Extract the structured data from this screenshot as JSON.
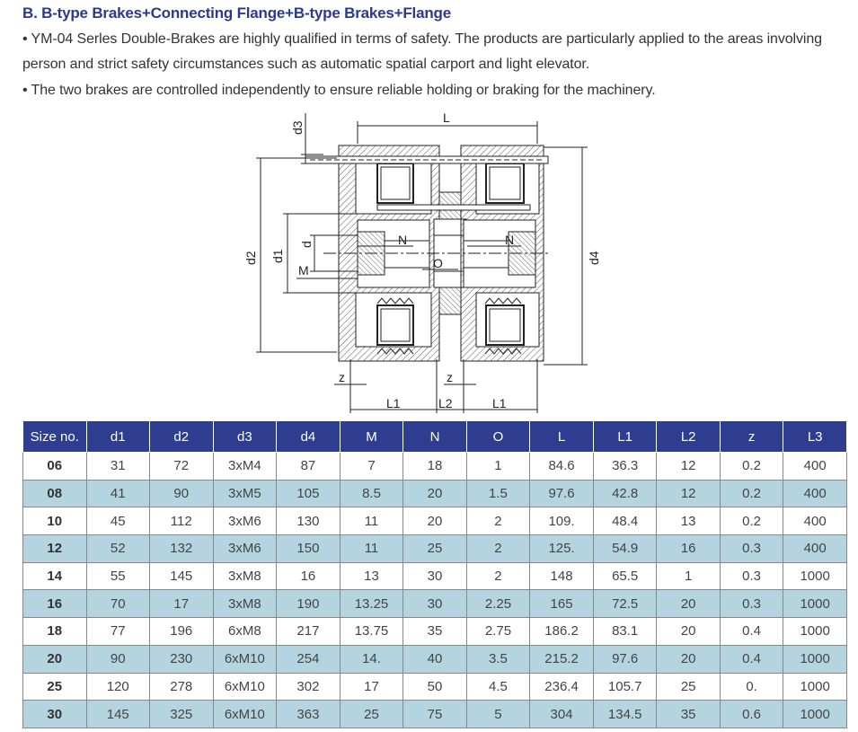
{
  "heading": "B. B-type Brakes+Connecting Flange+B-type Brakes+Flange",
  "paragraphs": [
    "• YM-04 Serles Double-Brakes are highly qualified in terms of safety. The products are particularly applied to the areas involving person and strict safety circumstances such as automatic spatial carport and light elevator.",
    "• The two brakes are controlled independently to ensure reliable holding or braking for the machinery."
  ],
  "drawing": {
    "labels": {
      "L": "L",
      "d3": "d3",
      "d2": "d2",
      "d1": "d1",
      "d": "d",
      "M": "M",
      "N_left": "N",
      "N_right": "N",
      "O": "O",
      "d4": "d4",
      "z_left": "z",
      "z_right": "z",
      "L1_left": "L1",
      "L2": "L2",
      "L1_right": "L1"
    }
  },
  "table": {
    "headers": [
      "Size no.",
      "d1",
      "d2",
      "d3",
      "d4",
      "M",
      "N",
      "O",
      "L",
      "L1",
      "L2",
      "z",
      "L3"
    ],
    "rows": [
      [
        "06",
        "31",
        "72",
        "3xM4",
        "87",
        "7",
        "18",
        "1",
        "84.6",
        "36.3",
        "12",
        "0.2",
        "400"
      ],
      [
        "08",
        "41",
        "90",
        "3xM5",
        "105",
        "8.5",
        "20",
        "1.5",
        "97.6",
        "42.8",
        "12",
        "0.2",
        "400"
      ],
      [
        "10",
        "45",
        "112",
        "3xM6",
        "130",
        "11",
        "20",
        "2",
        "109.",
        "48.4",
        "13",
        "0.2",
        "400"
      ],
      [
        "12",
        "52",
        "132",
        "3xM6",
        "150",
        "11",
        "25",
        "2",
        "125.",
        "54.9",
        "16",
        "0.3",
        "400"
      ],
      [
        "14",
        "55",
        "145",
        "3xM8",
        "16",
        "13",
        "30",
        "2",
        "148",
        "65.5",
        "1",
        "0.3",
        "1000"
      ],
      [
        "16",
        "70",
        "17",
        "3xM8",
        "190",
        "13.25",
        "30",
        "2.25",
        "165",
        "72.5",
        "20",
        "0.3",
        "1000"
      ],
      [
        "18",
        "77",
        "196",
        "6xM8",
        "217",
        "13.75",
        "35",
        "2.75",
        "186.2",
        "83.1",
        "20",
        "0.4",
        "1000"
      ],
      [
        "20",
        "90",
        "230",
        "6xM10",
        "254",
        "14.",
        "40",
        "3.5",
        "215.2",
        "97.6",
        "20",
        "0.4",
        "1000"
      ],
      [
        "25",
        "120",
        "278",
        "6xM10",
        "302",
        "17",
        "50",
        "4.5",
        "236.4",
        "105.7",
        "25",
        "0.",
        "1000"
      ],
      [
        "30",
        "145",
        "325",
        "6xM10",
        "363",
        "25",
        "75",
        "5",
        "304",
        "134.5",
        "35",
        "0.6",
        "1000"
      ]
    ]
  },
  "colors": {
    "heading": "#2b3990",
    "header_bg": "#2e3d8f",
    "alt_row_bg": "#b4d4e0"
  }
}
